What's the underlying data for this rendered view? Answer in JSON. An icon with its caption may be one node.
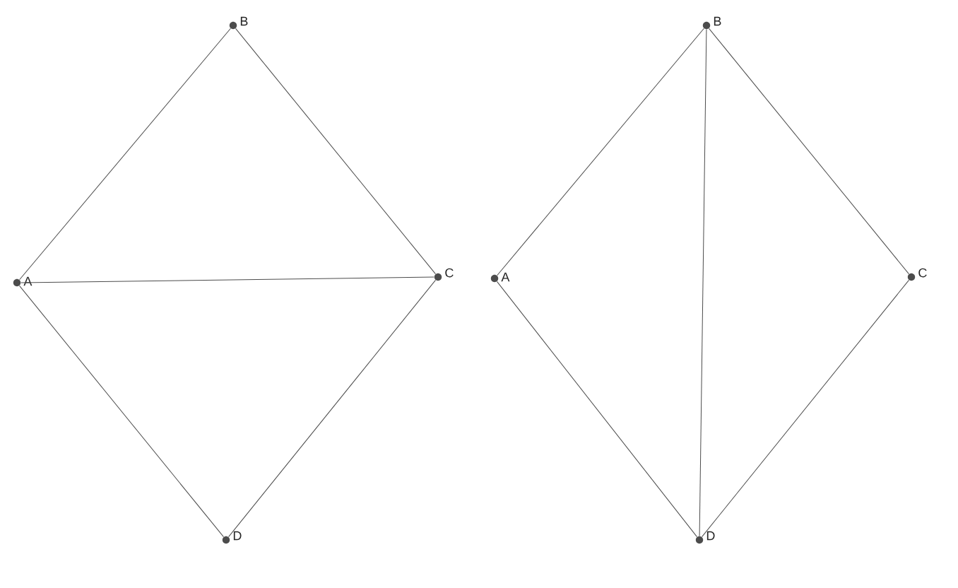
{
  "diagram": {
    "nodes": [
      {
        "text": [
          "A"
        ]
      },
      {
        "text": [
          "B"
        ]
      },
      {
        "text": [
          "C"
        ]
      },
      {
        "text": [
          "D"
        ]
      },
      {
        "text": [
          "A"
        ]
      },
      {
        "text": [
          "B"
        ]
      },
      {
        "text": [
          "C"
        ]
      },
      {
        "text": [
          "D"
        ]
      }
    ],
    "edges": [
      {
        "from": 0,
        "to": 1,
        "arrow": "none"
      },
      {
        "from": 1,
        "to": 2,
        "arrow": "none"
      },
      {
        "from": 2,
        "to": 3,
        "arrow": "none"
      },
      {
        "from": 3,
        "to": 0,
        "arrow": "none"
      },
      {
        "from": 0,
        "to": 2,
        "arrow": "none"
      },
      {
        "from": 4,
        "to": 5,
        "arrow": "none"
      },
      {
        "from": 5,
        "to": 6,
        "arrow": "none"
      },
      {
        "from": 6,
        "to": 7,
        "arrow": "none"
      },
      {
        "from": 7,
        "to": 4,
        "arrow": "none"
      },
      {
        "from": 5,
        "to": 7,
        "arrow": "none"
      }
    ]
  }
}
